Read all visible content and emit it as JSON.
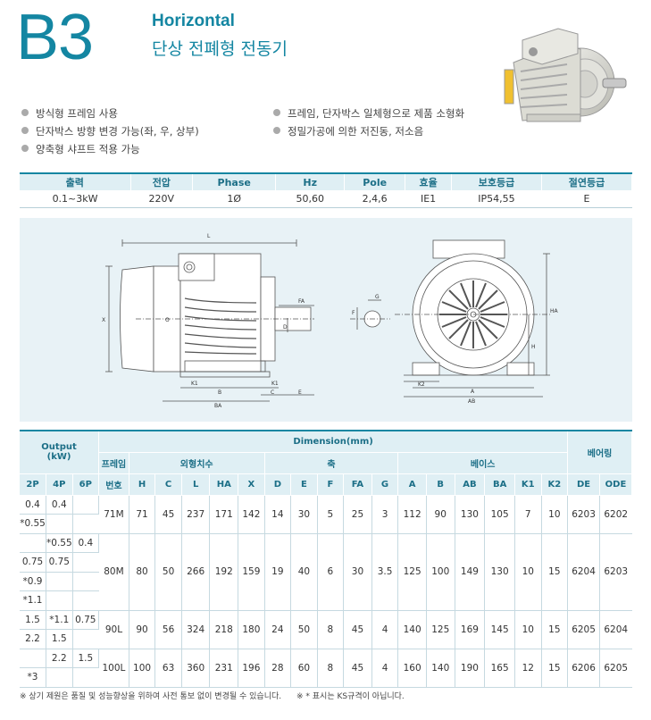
{
  "header": {
    "model": "B3",
    "title_en": "Horizontal",
    "title_ko": "단상 전폐형 전동기"
  },
  "features_left": [
    "방식형 프레임 사용",
    "단자박스 방향 변경 가능(좌, 우, 상부)",
    "양축형 샤프트 적용 가능"
  ],
  "features_right": [
    "프레임, 단자박스 일체형으로 제품 소형화",
    "정밀가공에 의한 저진동, 저소음"
  ],
  "spec": {
    "headers": [
      "출력",
      "전압",
      "Phase",
      "Hz",
      "Pole",
      "효율",
      "보호등급",
      "절연등급"
    ],
    "values": [
      "0.1~3kW",
      "220V",
      "1Ø",
      "50,60",
      "2,4,6",
      "IE1",
      "IP54,55",
      "E"
    ]
  },
  "drawing_labels": {
    "L": "L",
    "X": "X",
    "O": "O",
    "K1": "K1",
    "B": "B",
    "BA": "BA",
    "C": "C",
    "E": "E",
    "FA": "FA",
    "D": "D",
    "F": "F",
    "G": "G",
    "HA": "HA",
    "H": "H",
    "K2": "K2",
    "A": "A",
    "AB": "AB"
  },
  "dim_table": {
    "output_header": "Output\n(kW)",
    "dimension_header": "Dimension(mm)",
    "bearing_header": "베어링",
    "frame_label": "프레임",
    "outer_label": "외형치수",
    "shaft_label": "축",
    "base_label": "베이스",
    "sub_headers": [
      "2P",
      "4P",
      "6P",
      "번호",
      "H",
      "C",
      "L",
      "HA",
      "X",
      "D",
      "E",
      "F",
      "FA",
      "G",
      "A",
      "B",
      "AB",
      "BA",
      "K1",
      "K2",
      "DE",
      "ODE"
    ],
    "output_rows": [
      [
        "0.4",
        "0.4",
        ""
      ],
      [
        "*0.55",
        "",
        ""
      ],
      [
        "",
        "*0.55",
        "0.4"
      ],
      [
        "0.75",
        "0.75",
        ""
      ],
      [
        "*0.9",
        "",
        ""
      ],
      [
        "*1.1",
        "",
        ""
      ],
      [
        "1.5",
        "*1.1",
        "0.75"
      ],
      [
        "2.2",
        "1.5",
        ""
      ],
      [
        "",
        "2.2",
        "1.5"
      ],
      [
        "*3",
        "",
        ""
      ]
    ],
    "frames": [
      {
        "span": 2,
        "values": [
          "71M",
          "71",
          "45",
          "237",
          "171",
          "142",
          "14",
          "30",
          "5",
          "25",
          "3",
          "112",
          "90",
          "130",
          "105",
          "7",
          "10",
          "6203",
          "6202"
        ]
      },
      {
        "span": 4,
        "values": [
          "80M",
          "80",
          "50",
          "266",
          "192",
          "159",
          "19",
          "40",
          "6",
          "30",
          "3.5",
          "125",
          "100",
          "149",
          "130",
          "10",
          "15",
          "6204",
          "6203"
        ]
      },
      {
        "span": 2,
        "values": [
          "90L",
          "90",
          "56",
          "324",
          "218",
          "180",
          "24",
          "50",
          "8",
          "45",
          "4",
          "140",
          "125",
          "169",
          "145",
          "10",
          "15",
          "6205",
          "6204"
        ]
      },
      {
        "span": 2,
        "values": [
          "100L",
          "100",
          "63",
          "360",
          "231",
          "196",
          "28",
          "60",
          "8",
          "45",
          "4",
          "160",
          "140",
          "190",
          "165",
          "12",
          "15",
          "6206",
          "6205"
        ]
      }
    ]
  },
  "footnotes": [
    "※ 상기 제원은 품질 및 성능향상을 위하여 사전 통보 없이 변경될 수 있습니다.",
    "※ * 표시는 KS규격이 아닙니다."
  ],
  "colors": {
    "accent": "#1486a2",
    "header_bg": "#dfeff4",
    "drawing_bg": "#e8f2f6"
  }
}
